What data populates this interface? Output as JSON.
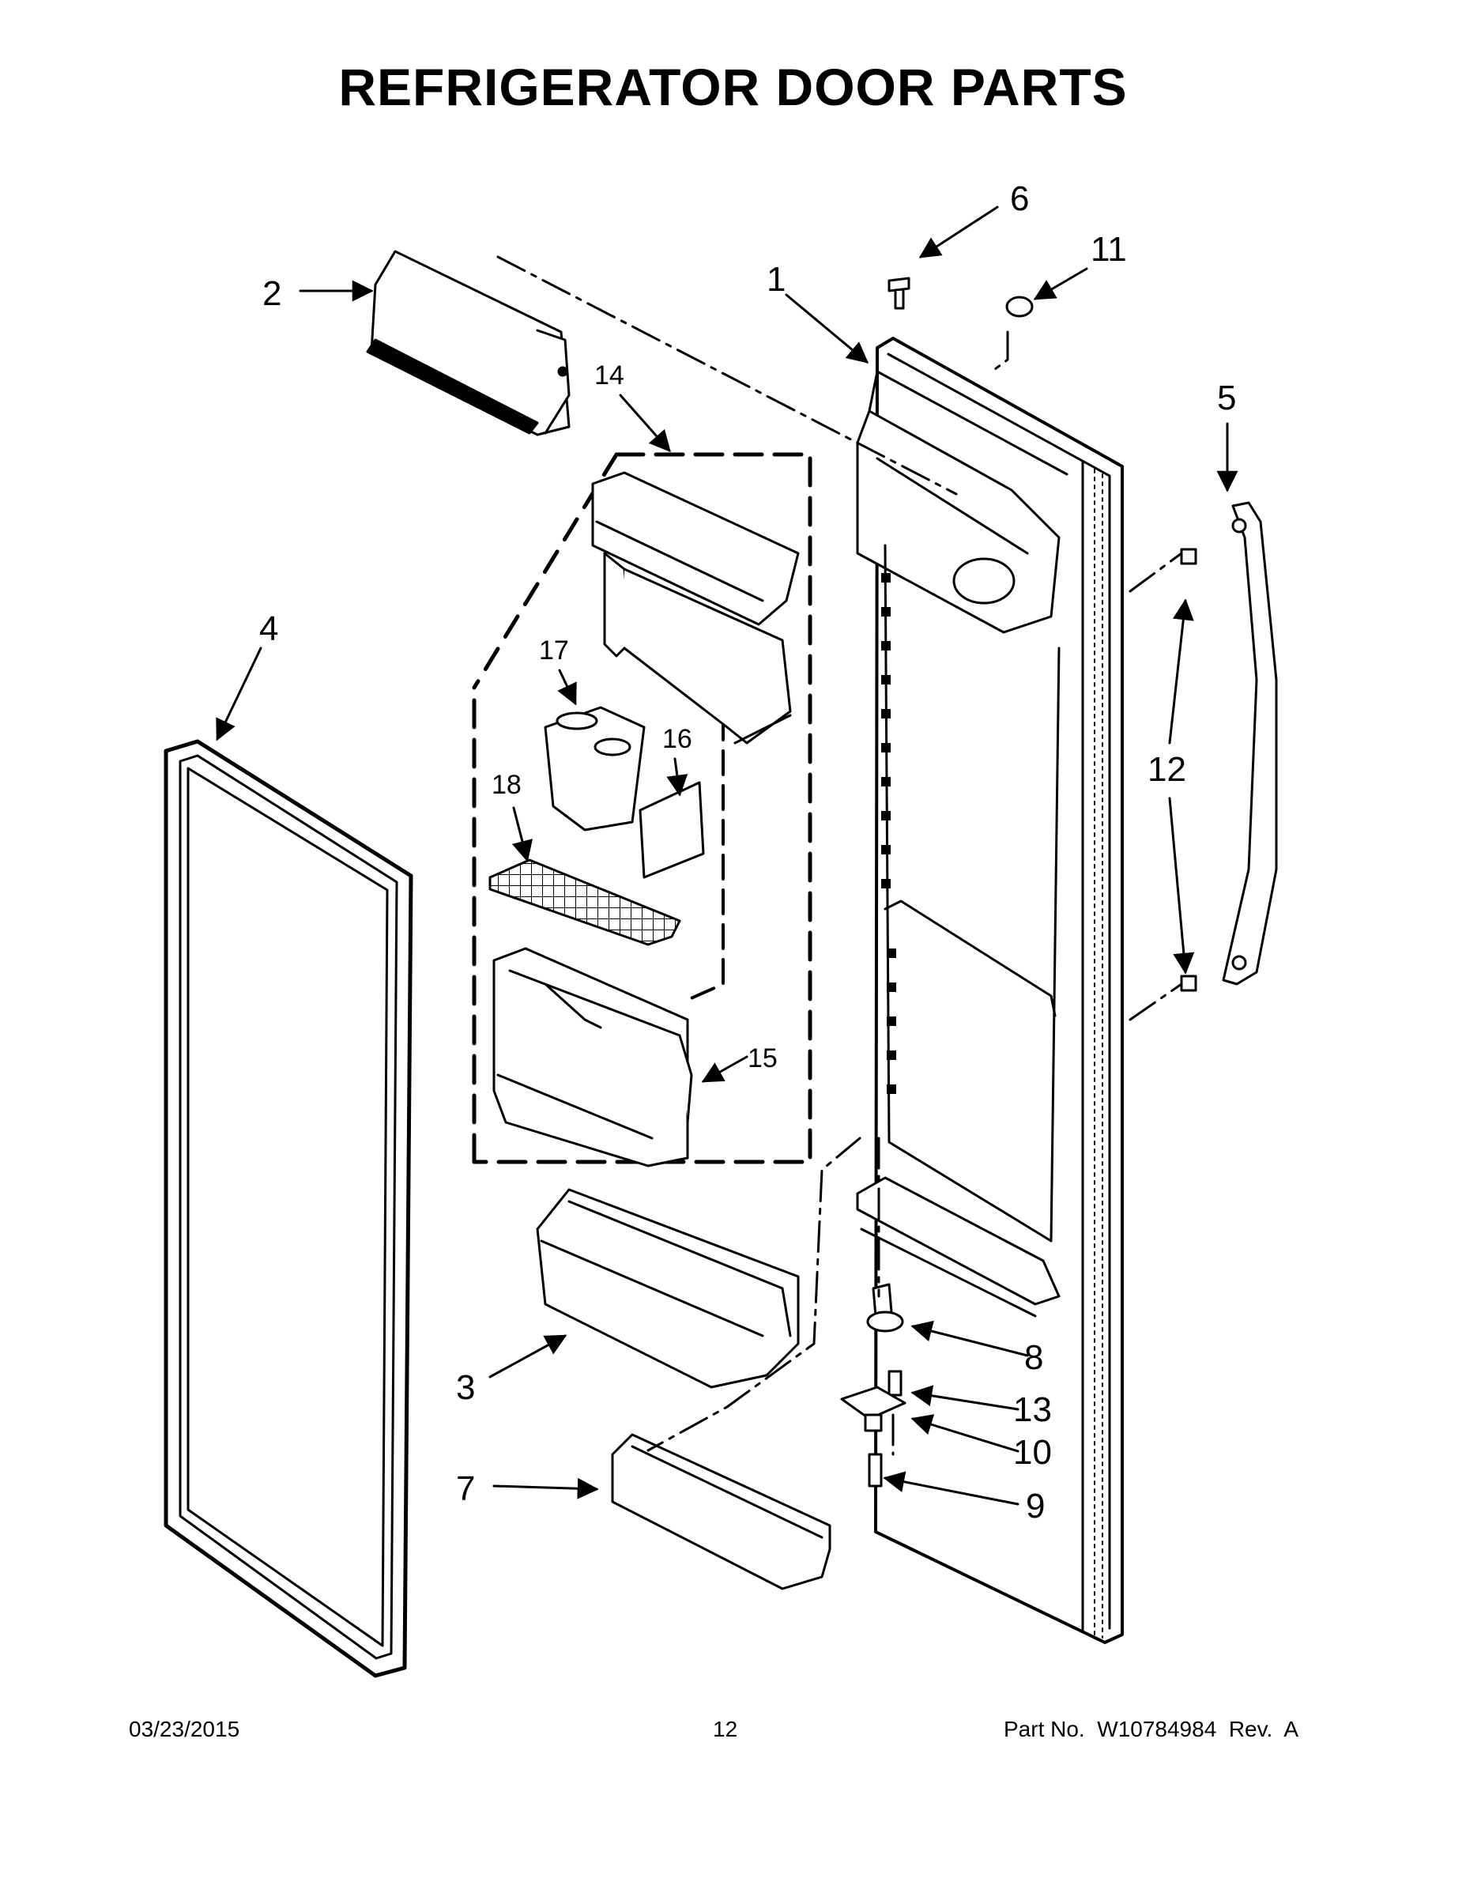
{
  "page": {
    "title": "REFRIGERATOR DOOR PARTS"
  },
  "callouts": [
    "1",
    "2",
    "3",
    "4",
    "5",
    "6",
    "7",
    "8",
    "9",
    "10",
    "11",
    "12",
    "13",
    "14",
    "15",
    "16",
    "17",
    "18"
  ],
  "footer": {
    "date": "03/23/2015",
    "page_number": "12",
    "part_number": "Part No.  W10784984  Rev.  A"
  }
}
